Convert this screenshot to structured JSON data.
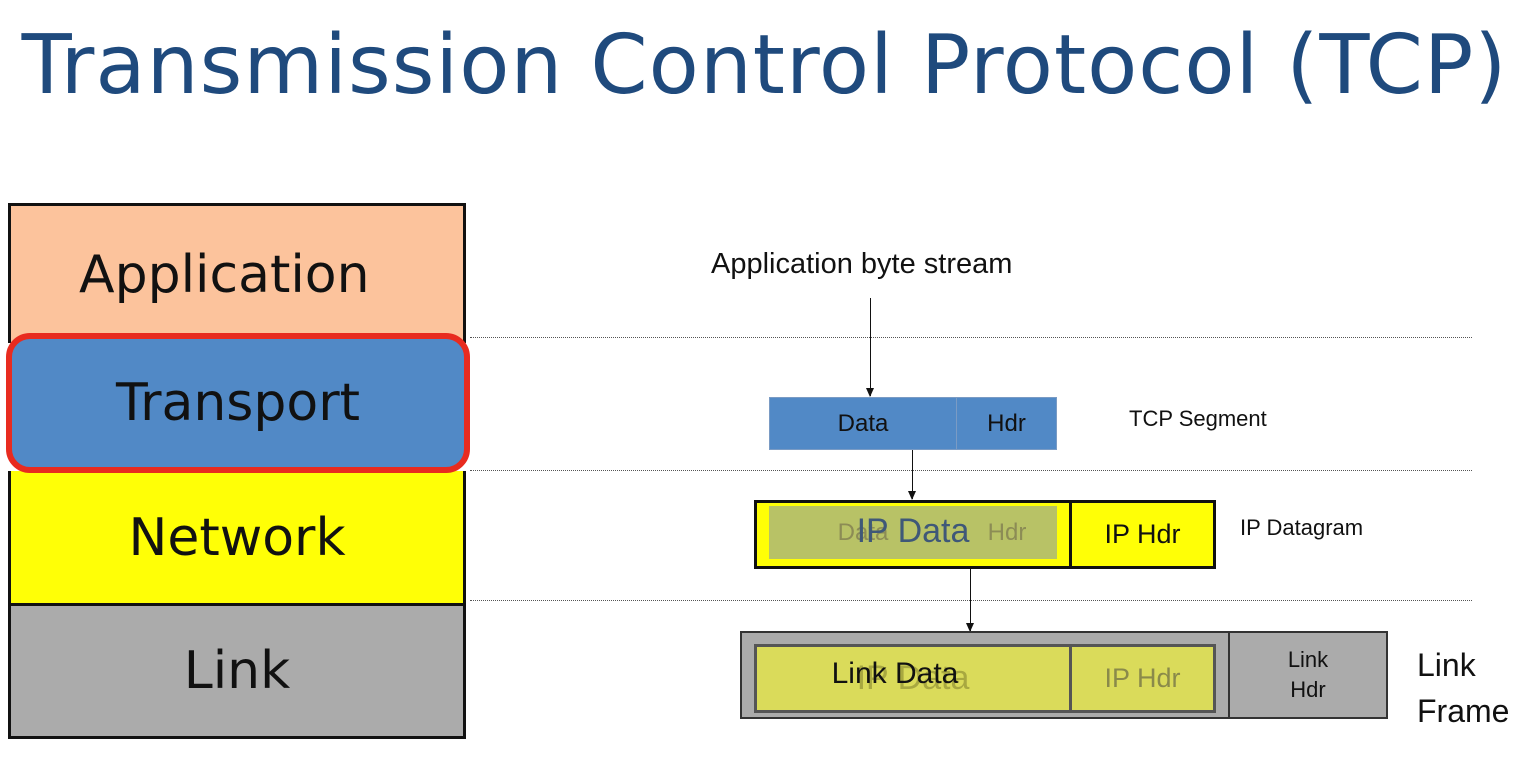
{
  "title": "Transmission Control Protocol (TCP)",
  "layers": {
    "application": "Application",
    "transport": "Transport",
    "network": "Network",
    "link": "Link"
  },
  "diagram": {
    "stream_label": "Application byte stream",
    "tcp_segment": {
      "data": "Data",
      "hdr": "Hdr",
      "caption": "TCP Segment"
    },
    "ip_datagram": {
      "inner_data": "Data",
      "inner_hdr": "Hdr",
      "ip_data": "IP Data",
      "ip_hdr": "IP Hdr",
      "caption": "IP Datagram"
    },
    "link_frame": {
      "link_data": "Link Data",
      "ghost_ip_data": "IP Data",
      "ip_hdr": "IP Hdr",
      "link_hdr_line1": "Link",
      "link_hdr_line2": "Hdr",
      "caption_line1": "Link",
      "caption_line2": "Frame"
    }
  },
  "colors": {
    "title": "#1f4a7d",
    "application": "#fcc39c",
    "transport": "#5189c6",
    "highlight": "#e82b1f",
    "network": "#ffff06",
    "link": "#ababab"
  }
}
